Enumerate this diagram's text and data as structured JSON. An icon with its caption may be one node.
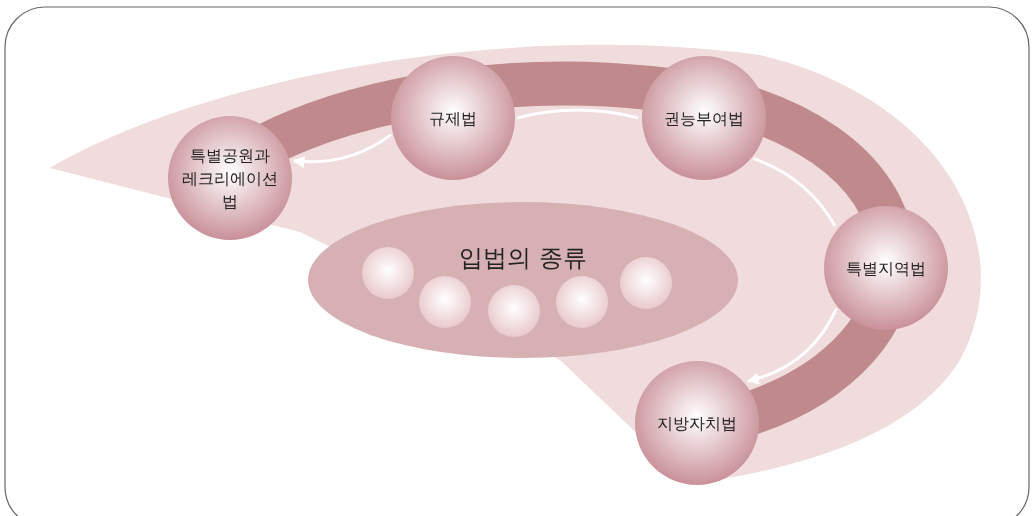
{
  "diagram": {
    "nodes": [
      {
        "text": [
          "입법의 종류"
        ]
      },
      {
        "text": [],
        "shape": "circle",
        "in": 0
      },
      {
        "text": [],
        "shape": "circle",
        "in": 0
      },
      {
        "text": [],
        "shape": "circle",
        "in": 0
      },
      {
        "text": [],
        "shape": "circle",
        "in": 0
      },
      {
        "text": [],
        "shape": "circle",
        "in": 0
      },
      {
        "text": [
          "특별공원과 레크리에이션 법"
        ]
      },
      {
        "text": [
          "규제법"
        ]
      },
      {
        "text": [
          "권능부여법"
        ]
      },
      {
        "text": [
          "특별지역법"
        ]
      },
      {
        "text": [
          "지방자치법"
        ]
      }
    ],
    "edges": [
      {
        "from": 7,
        "to": 6,
        "arrow": "to"
      },
      {
        "from": 7,
        "to": 8,
        "arrow": "none"
      },
      {
        "from": 8,
        "to": 9,
        "arrow": "none"
      },
      {
        "from": 9,
        "to": 10,
        "arrow": "to"
      }
    ]
  }
}
